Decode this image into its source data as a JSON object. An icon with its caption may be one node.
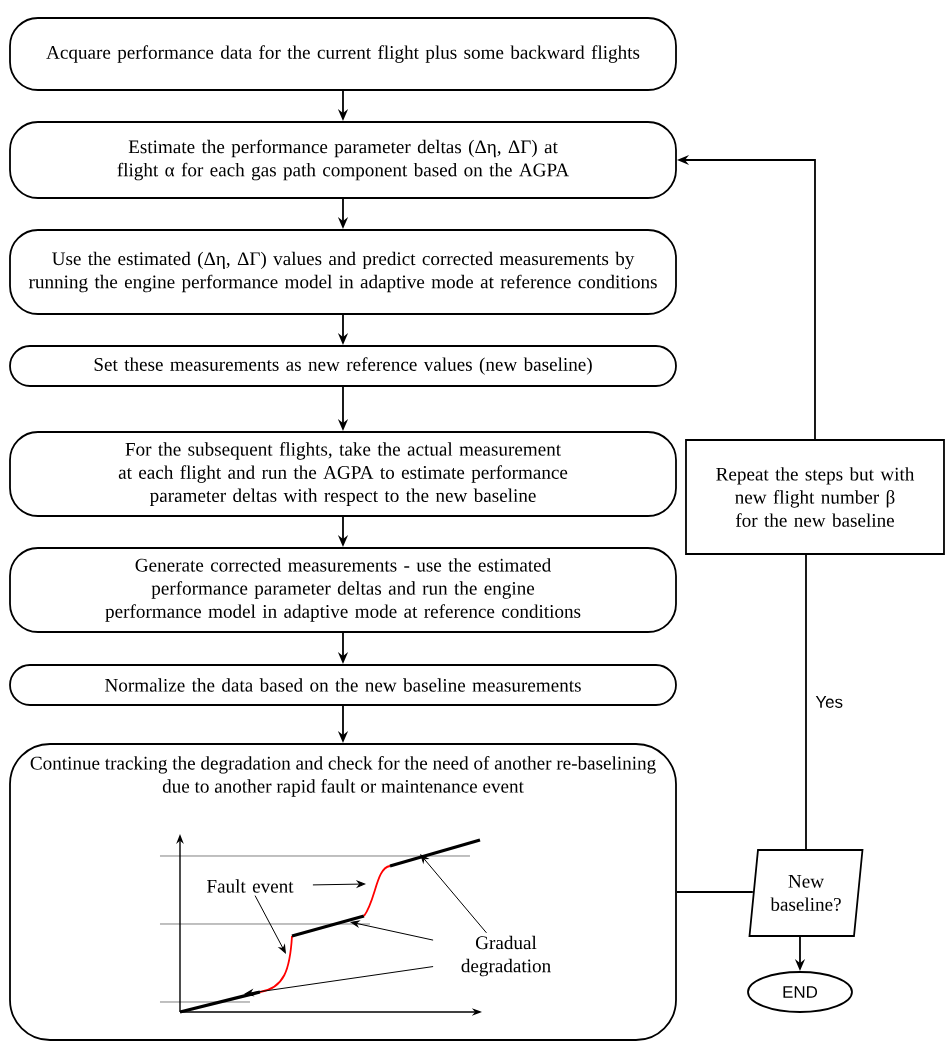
{
  "diagram": {
    "nodes": [
      {
        "text": [
          "Acquare performance data for the current flight plus some backward flights"
        ]
      },
      {
        "text": [
          "Estimate the performance parameter deltas (Δη, ΔΓ) at flight α for each gas path component based on the AGPA"
        ]
      },
      {
        "text": [
          "Use the estimated (Δη, ΔΓ) values and predict corrected measurements by running the engine performance model in adaptive mode at reference conditions"
        ]
      },
      {
        "text": [
          "Set these measurements as new reference values (new baseline)"
        ]
      },
      {
        "text": [
          "For the subsequent flights, take the actual measurement at each flight and run the AGPA to estimate performance parameter deltas with respect to the new baseline"
        ]
      },
      {
        "text": [
          "Generate corrected measurements - use the estimated performance parameter deltas and run the engine performance model in adaptive mode at reference conditions"
        ]
      },
      {
        "text": [
          "Normalize the data based on the new baseline measurements"
        ]
      },
      {
        "text": [
          "Continue tracking the degradation and check for the need of another re-baselining due to another rapid fault or maintenance event"
        ]
      },
      {
        "text": [
          "Repeat the steps but with new flight number β for the new baseline"
        ]
      },
      {
        "text": [
          "New baseline?"
        ]
      },
      {
        "text": [
          "END"
        ]
      },
      {
        "text": [
          "Fault event"
        ],
        "in": 7
      },
      {
        "text": [
          "Gradual degradation"
        ],
        "in": 7
      }
    ],
    "edges": [
      {
        "from": 0,
        "to": 1,
        "arrow": "to"
      },
      {
        "from": 1,
        "to": 2,
        "arrow": "to"
      },
      {
        "from": 2,
        "to": 3,
        "arrow": "to"
      },
      {
        "from": 3,
        "to": 4,
        "arrow": "to"
      },
      {
        "from": 4,
        "to": 5,
        "arrow": "to"
      },
      {
        "from": 5,
        "to": 6,
        "arrow": "to"
      },
      {
        "from": 6,
        "to": 7,
        "arrow": "to"
      },
      {
        "from": 7,
        "to": 9,
        "arrow": "none"
      },
      {
        "from": 9,
        "to": 10,
        "arrow": "to"
      },
      {
        "from": 9,
        "to": 8,
        "arrow": "none",
        "label": "Yes"
      },
      {
        "from": 8,
        "to": 1,
        "arrow": "to"
      },
      {
        "from": 11,
        "to": null,
        "arrow": "to"
      },
      {
        "from": 11,
        "to": null,
        "arrow": "to"
      },
      {
        "from": 12,
        "to": null,
        "arrow": "to"
      },
      {
        "from": 12,
        "to": null,
        "arrow": "to"
      },
      {
        "from": 12,
        "to": null,
        "arrow": "to"
      }
    ]
  }
}
